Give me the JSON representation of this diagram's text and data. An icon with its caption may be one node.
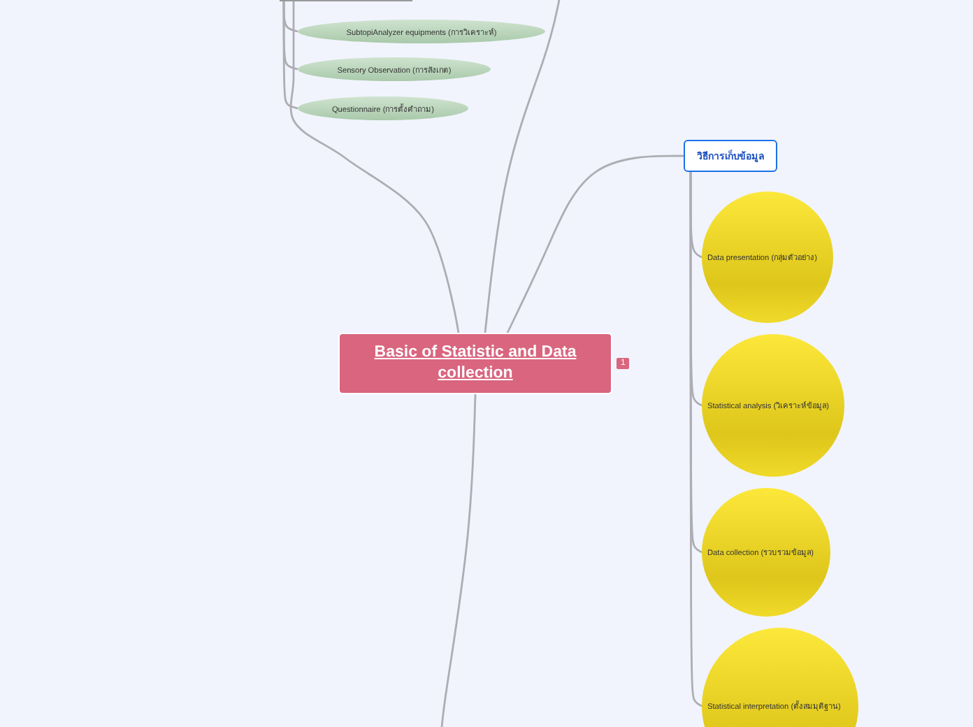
{
  "diagram": {
    "nodes": [
      {
        "text": [
          "Basic of Statistic and Data collection"
        ]
      },
      {
        "text": [],
        "shape": "box"
      },
      {
        "text": [
          "SubtopiAnalyzer equipments (การวิเคราะห์)"
        ]
      },
      {
        "text": [
          "Sensory Observation (การสังเกต)"
        ]
      },
      {
        "text": [
          "Questionnaire (การตั้งคำถาม)"
        ]
      },
      {
        "text": [
          "วิธีการเก็บข้อมูล"
        ]
      },
      {
        "text": [
          "Data presentation (กลุ่มตัวอย่าง)"
        ]
      },
      {
        "text": [
          "Statistical analysis (วิเคราะห์ข้อมูล)"
        ]
      },
      {
        "text": [
          "Data collection  (รวบรวมข้อมูล)"
        ]
      },
      {
        "text": [
          "Statistical interpretation (ตั้งสมมุติฐาน)"
        ]
      }
    ],
    "edges": [
      {
        "from": 0,
        "to": 1,
        "arrow": "none"
      },
      {
        "from": 1,
        "to": 2,
        "arrow": "none"
      },
      {
        "from": 1,
        "to": 3,
        "arrow": "none"
      },
      {
        "from": 1,
        "to": 4,
        "arrow": "none"
      },
      {
        "from": 0,
        "to": null,
        "arrow": "none"
      },
      {
        "from": 0,
        "to": 5,
        "arrow": "none"
      },
      {
        "from": 5,
        "to": 6,
        "arrow": "none"
      },
      {
        "from": 5,
        "to": 7,
        "arrow": "none"
      },
      {
        "from": 5,
        "to": 8,
        "arrow": "none"
      },
      {
        "from": 5,
        "to": 9,
        "arrow": "none"
      },
      {
        "from": 0,
        "to": null,
        "arrow": "none"
      }
    ],
    "labels": [
      "1"
    ]
  }
}
